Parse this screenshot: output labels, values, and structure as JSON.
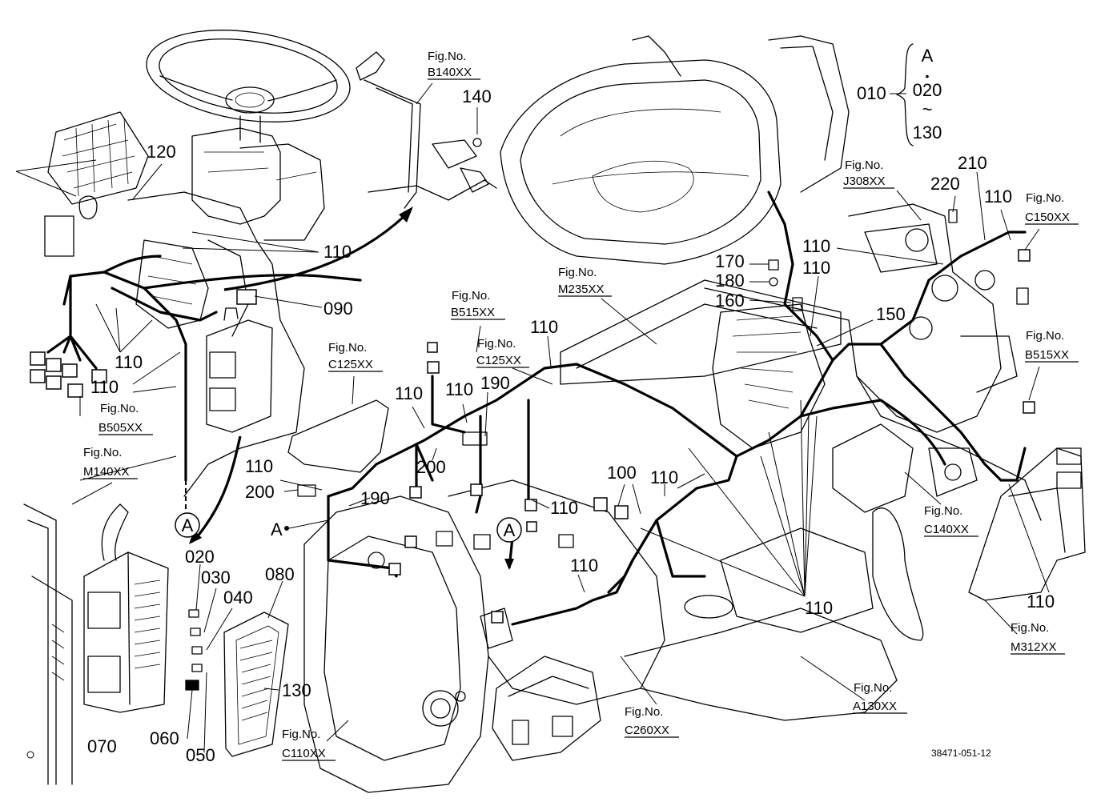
{
  "drawing": {
    "reference_number": "38471-051-12",
    "set_bracket": {
      "top": "A",
      "dot": "•",
      "middle": "020",
      "tilde": "~",
      "bottom": "130",
      "parent": "010"
    }
  },
  "part_numbers": {
    "p010": "010",
    "p020": "020",
    "p030": "030",
    "p040": "040",
    "p050": "050",
    "p060": "060",
    "p070": "070",
    "p080": "080",
    "p090": "090",
    "p100": "100",
    "p110": "110",
    "p120": "120",
    "p130": "130",
    "p140": "140",
    "p150": "150",
    "p160": "160",
    "p170": "170",
    "p180": "180",
    "p190": "190",
    "p200": "200",
    "p210": "210",
    "p220": "220"
  },
  "figure_prefix": "Fig.No.",
  "figure_refs": {
    "b140": "B140XX",
    "m235": "M235XX",
    "j308": "J308XX",
    "c150": "C150XX",
    "b515_center": "B515XX",
    "b515_right": "B515XX",
    "c125_left": "C125XX",
    "c125_center": "C125XX",
    "b505": "B505XX",
    "m140": "M140XX",
    "c140": "C140XX",
    "m312": "M312XX",
    "a130": "A130XX",
    "c260": "C260XX",
    "c110": "C110XX"
  },
  "callouts": {
    "circle_a": "A",
    "plain_a": "A"
  }
}
